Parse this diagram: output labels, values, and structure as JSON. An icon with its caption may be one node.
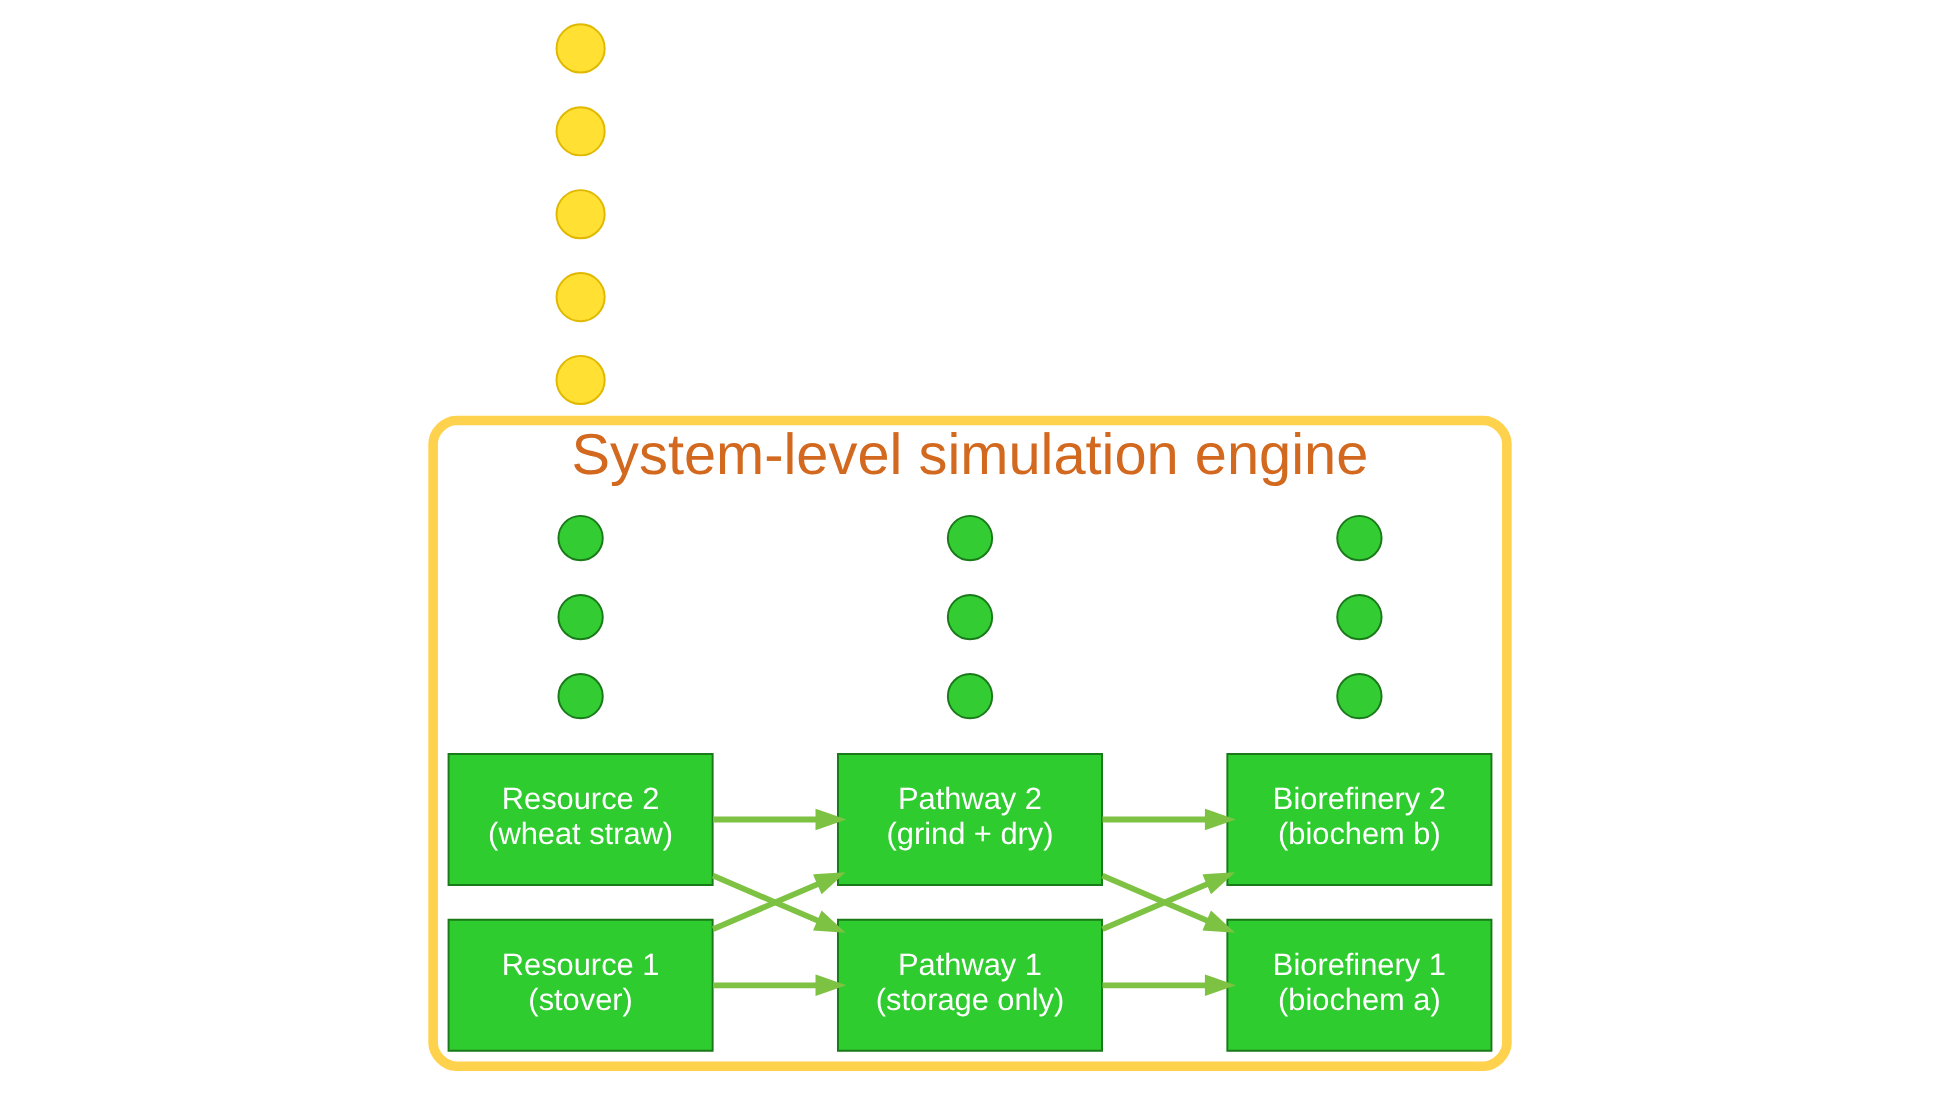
{
  "diagram": {
    "nodes": [
      {
        "text": [
          "System-level simulation engine"
        ]
      },
      {
        "text": [
          "Resource 1",
          "(stover)"
        ],
        "in": 0
      },
      {
        "text": [
          "Pathway 1",
          "(storage only)"
        ],
        "in": 0
      },
      {
        "text": [
          "Biorefinery 1",
          "(biochem a)"
        ],
        "in": 0
      },
      {
        "text": [
          "Resource 2",
          "(wheat straw)"
        ],
        "in": 0
      },
      {
        "text": [
          "Pathway 2",
          "(grind + dry)"
        ],
        "in": 0
      },
      {
        "text": [
          "Biorefinery 2",
          "(biochem b)"
        ],
        "in": 0
      },
      {
        "text": [],
        "shape": "circle",
        "in": 0
      },
      {
        "text": [],
        "shape": "circle",
        "in": 0
      },
      {
        "text": [],
        "shape": "circle",
        "in": 0
      },
      {
        "text": [],
        "shape": "circle",
        "in": 0
      },
      {
        "text": [],
        "shape": "circle",
        "in": 0
      },
      {
        "text": [],
        "shape": "circle",
        "in": 0
      },
      {
        "text": [],
        "shape": "circle",
        "in": 0
      },
      {
        "text": [],
        "shape": "circle",
        "in": 0
      },
      {
        "text": [],
        "shape": "circle",
        "in": 0
      },
      {
        "text": [],
        "shape": "circle"
      },
      {
        "text": [],
        "shape": "circle"
      },
      {
        "text": [],
        "shape": "circle"
      },
      {
        "text": [],
        "shape": "circle"
      },
      {
        "text": [],
        "shape": "circle"
      }
    ],
    "edges": [
      {
        "from": 1,
        "to": 2,
        "arrow": "to"
      },
      {
        "from": 1,
        "to": 5,
        "arrow": "to"
      },
      {
        "from": 4,
        "to": 2,
        "arrow": "to"
      },
      {
        "from": 4,
        "to": 5,
        "arrow": "to"
      },
      {
        "from": 2,
        "to": 3,
        "arrow": "to"
      },
      {
        "from": 2,
        "to": 6,
        "arrow": "to"
      },
      {
        "from": 5,
        "to": 3,
        "arrow": "to"
      },
      {
        "from": 5,
        "to": 6,
        "arrow": "to"
      }
    ]
  }
}
